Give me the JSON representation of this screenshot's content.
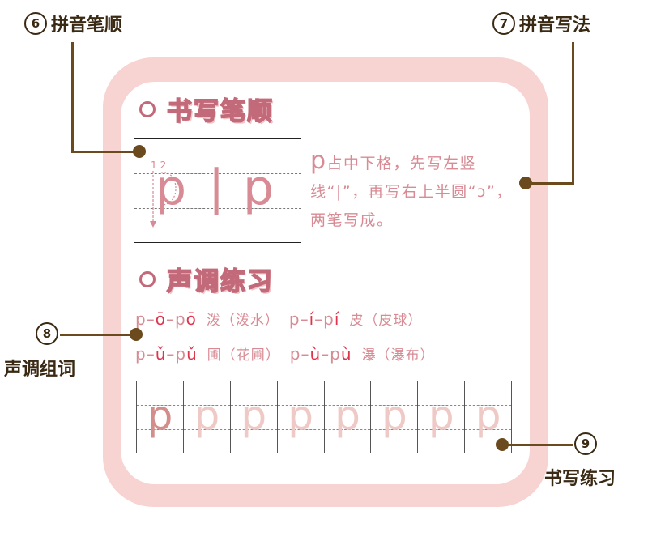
{
  "callouts": {
    "c6": {
      "num": "6",
      "label": "拼音笔顺"
    },
    "c7": {
      "num": "7",
      "label": "拼音写法"
    },
    "c8": {
      "num": "8",
      "label": "声调组词"
    },
    "c9": {
      "num": "9",
      "label": "书写练习"
    }
  },
  "card": {
    "section_strokes_title": "书写笔顺",
    "section_tones_title": "声调练习",
    "stroke_numbers": "12",
    "letters": {
      "first": "p",
      "middle": "|",
      "last": "p"
    },
    "method": {
      "letter": "p",
      "text": "占中下格，先写左竖线“|”，再写右上半圆“ɔ”，两笔写成。"
    },
    "tones": [
      {
        "a": "p–",
        "a_vowel": "ō",
        "b": "–p",
        "b_vowel": "ō",
        "word": "泼（泼水）",
        "c": "p–",
        "c_vowel": "í",
        "d": "–p",
        "d_vowel": "í",
        "word2": "皮（皮球）"
      },
      {
        "a": "p–",
        "a_vowel": "ǔ",
        "b": "–p",
        "b_vowel": "ǔ",
        "word": "圃（花圃）",
        "c": "p–",
        "c_vowel": "ù",
        "d": "–p",
        "d_vowel": "ù",
        "word2": "瀑（瀑布）"
      }
    ],
    "practice_letters": [
      "p",
      "p",
      "p",
      "p",
      "p",
      "p",
      "p",
      "p"
    ]
  },
  "colors": {
    "accent_pink": "#f7d3d1",
    "title_pink": "#c26a7a",
    "tone_red": "#e1344c",
    "callout_brown": "#6b4a1e"
  }
}
